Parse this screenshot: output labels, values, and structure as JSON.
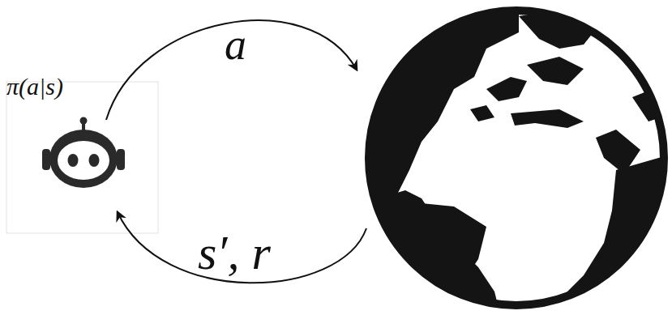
{
  "diagram": {
    "labels": [
      "π(a|s)",
      "a",
      "s′, r"
    ]
  }
}
